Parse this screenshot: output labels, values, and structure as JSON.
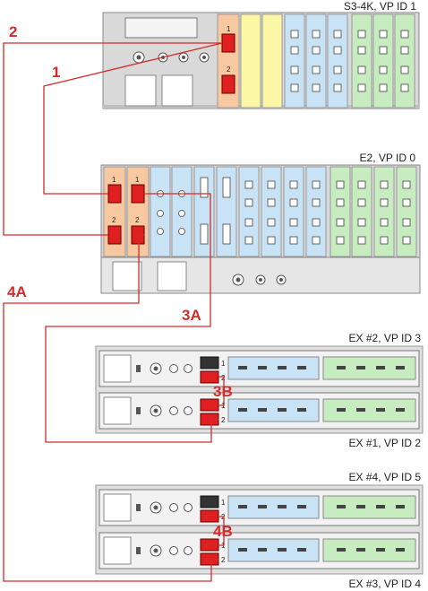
{
  "labels": {
    "s3": "S3-4K, VP ID 1",
    "e2": "E2, VP ID 0",
    "ex2": "EX #2, VP ID 3",
    "ex1": "EX #1, VP ID 2",
    "ex4": "EX #4, VP ID 5",
    "ex3": "EX #3, VP ID 4"
  },
  "connections": {
    "c1": "1",
    "c2": "2",
    "c3a": "3A",
    "c3b": "3B",
    "c4a": "4A",
    "c4b": "4B"
  },
  "ports": {
    "p1": "1",
    "p2": "2"
  },
  "colors": {
    "chassis": "#d9d9d9",
    "panel": "#f2f2f2",
    "orange": "#f8c9a0",
    "yellow": "#fbf7a4",
    "blue": "#c9e3f6",
    "green": "#c6ecc0",
    "cable": "#d42a2a",
    "port": "#e02020"
  }
}
